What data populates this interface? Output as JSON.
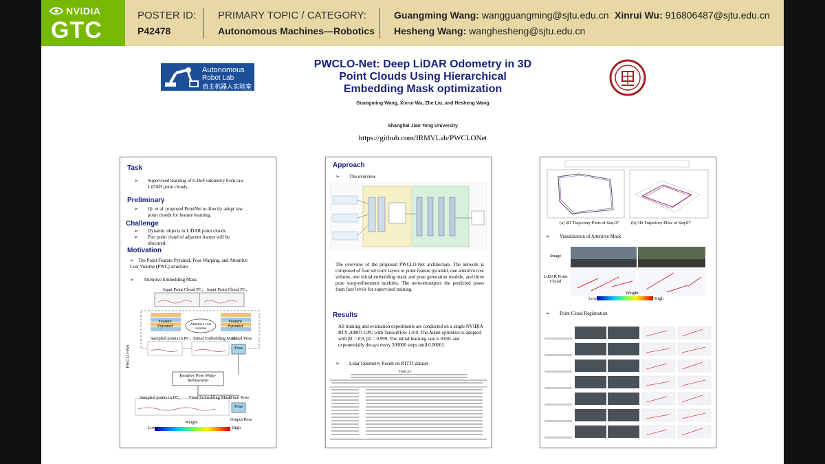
{
  "header": {
    "nvidia": "NVIDIA",
    "gtc": "GTC",
    "poster_id_label": "POSTER ID:",
    "poster_id": "P42478",
    "topic_label": "PRIMARY TOPIC / CATEGORY:",
    "topic": "Autonomous Machines—Robotics",
    "authors": [
      {
        "name": "Guangming Wang:",
        "email": "wangguangming@sjtu.edu.cn"
      },
      {
        "name": "Xinrui Wu:",
        "email": "916806487@sjtu.edu.cn"
      },
      {
        "name": "Hesheng Wang:",
        "email": "wanghesheng@sjtu.edu.cn"
      }
    ]
  },
  "colors": {
    "nvidia_green": "#76b900",
    "header_bg": "#e8d8a6",
    "title_blue": "#1a237e"
  },
  "lab_logo": {
    "line1": "Autonomous",
    "line2": "Robot Lab",
    "line3": "自主机器人实验室"
  },
  "poster": {
    "title_lines": [
      "PWCLO-Net: Deep LiDAR Odometry in 3D",
      "Point Clouds Using Hierarchical",
      "Embedding Mask optimization"
    ],
    "authors": "Guangming Wang, Xinrui Wu, Zhe Liu, and Hesheng Wang",
    "affiliation": "Shanghai Jiao Tong University",
    "url": "https://github.com/IRMVLab/PWCLONet"
  },
  "left_panel": {
    "task_h": "Task",
    "task_1": "Supervised learning of 6-DoF odometry from raw",
    "task_2": "LiDAR point clouds.",
    "prelim_h": "Preliminary",
    "prelim_1": "Qi. et al. proposed PointNet to directly adopt raw",
    "prelim_2": "point clouds for feature learning.",
    "challenge_h": "Challenge",
    "ch1": "Dynamic objects in LiDAR point clouds",
    "ch2a": "Part point cloud of adjacent frames will be",
    "ch2b": "obscured.",
    "motiv_h": "Motivation",
    "m1a": "The Point Feature Pyramid, Pose Warping, and Attentive",
    "m1b": "Cost Volume (PWC) structure.",
    "m2": "Attentive Embedding Mask",
    "fig": {
      "in1": "Input Point Cloud PC₁",
      "in2": "Input Point Cloud PC₂",
      "fp1": "Feature Pyramid",
      "fp2": "Feature Pyramid",
      "acv": "Attentive cost volume",
      "side": "PWCLO-Net",
      "sp1": "Sampled points in PC₁",
      "iem": "Initial Embedding Mask",
      "ip": "Initial Pose",
      "pose": "Pose",
      "ipw": "Iterative Pose Warp-Refinement",
      "sp2": "Sampled points in PC₁",
      "fem": "Final Embedding Mask",
      "fp": "Final Pose",
      "op": "Output Pose",
      "weight": "Weight",
      "low": "Low",
      "high": "High"
    }
  },
  "mid_panel": {
    "approach_h": "Approach",
    "overview": "The overview",
    "desc": "The overview  of the proposed PWCLO-Net architecture. The network is composed of four set conv layers in point feature pyramid, one attentive cost volume, one initial embedding mask and pose generation module, and three pose warp-refinement modules. The networkoutputs the predicted poses from four levels for supervised training.",
    "results_h": "Results",
    "res": "All training and evaluation experiments are conducted on a single NVIDIA RTX 2080Ti GPU with TensorFlow 1.9.0. The Adam optimizer is adopted with β1 = 0.9, β2 = 0.999. The initial learning rate is 0.001 and exponentially decays every 200000 steps until 0.00001.",
    "kitti": "Lidar Odometry Result on KITTI dataset",
    "table_title": "TABLE I"
  },
  "right_panel": {
    "cap_a": "(a)  2D Trajectory Plots of Seq.07",
    "cap_b": "(b)  3D Trajectory Plots of Seq.07",
    "vis_h": "Visualization of Attentive Mask",
    "image": "Image",
    "lidar": "LiDAR Point Cloud",
    "weight": "Weight",
    "low": "Low",
    "high": "High",
    "reg_h": "Point Cloud Registration"
  }
}
